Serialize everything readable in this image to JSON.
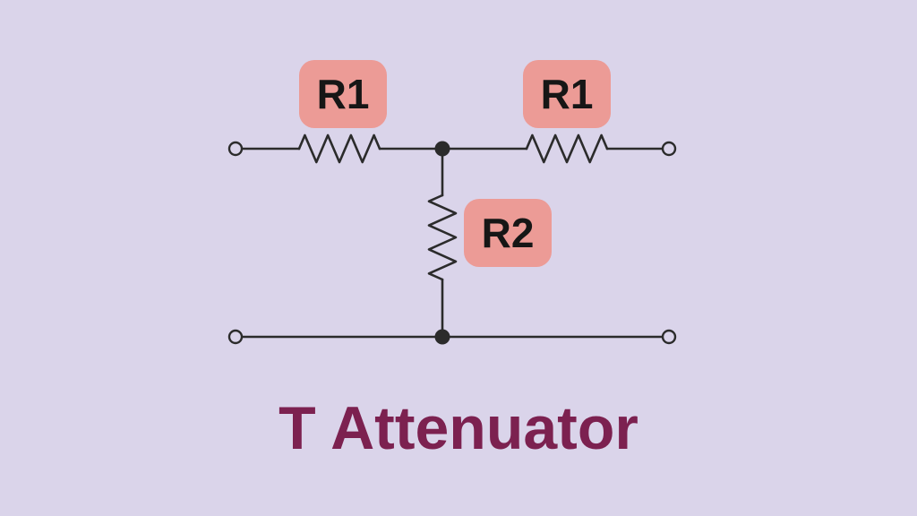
{
  "theme": {
    "background": "#DAD4EA",
    "wire_color": "#2B2B2B",
    "label_box_color": "#EC9B96",
    "label_text_color": "#161616",
    "title_color": "#7C2150"
  },
  "diagram": {
    "title": "T Attenuator",
    "labels": {
      "series_left": "R1",
      "series_right": "R1",
      "shunt": "R2"
    }
  }
}
